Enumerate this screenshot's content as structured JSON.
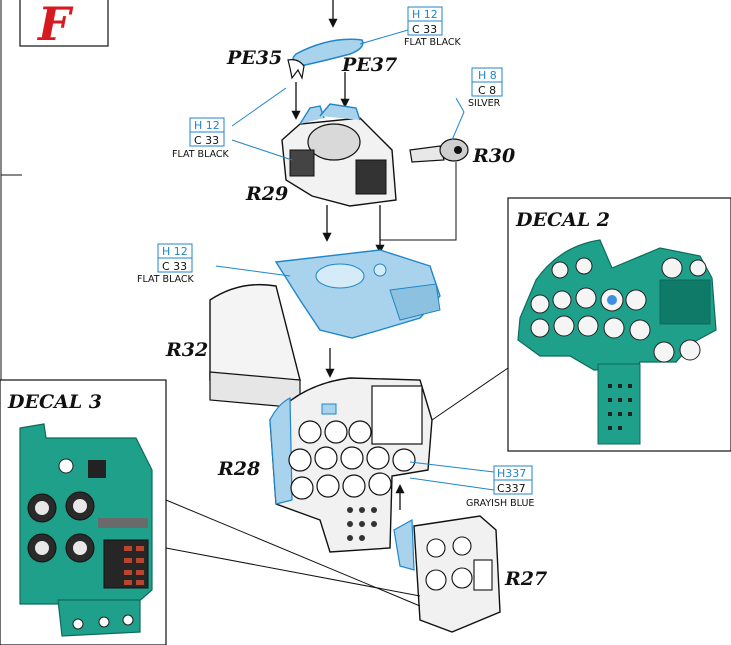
{
  "step_letter": "F",
  "parts": {
    "pe35": "PE35",
    "pe37": "PE37",
    "r30": "R30",
    "r29": "R29",
    "r32": "R32",
    "r28": "R28",
    "r27": "R27"
  },
  "decals": {
    "decal2": "DECAL 2",
    "decal3": "DECAL 3"
  },
  "paint_callouts": [
    {
      "h": "H 12",
      "c": "C 33",
      "name": "FLAT BLACK"
    },
    {
      "h": "H 8",
      "c": "C 8",
      "name": "SILVER"
    },
    {
      "h": "H 12",
      "c": "C 33",
      "name": "FLAT BLACK"
    },
    {
      "h": "H 12",
      "c": "C 33",
      "name": "FLAT BLACK"
    },
    {
      "h": "H337",
      "c": "C337",
      "name": "GRAYISH BLUE"
    }
  ],
  "colors": {
    "accent_blue": "#1f86c9",
    "step_red": "#d71920",
    "panel_green": "#1fa08a",
    "part_blue": "#a9d3ec"
  }
}
